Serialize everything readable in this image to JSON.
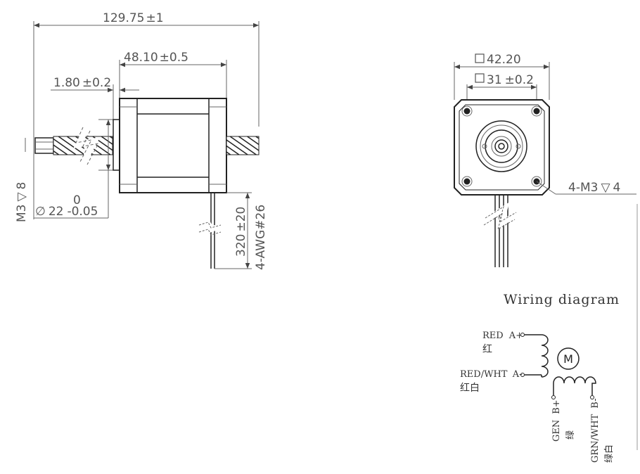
{
  "side_view": {
    "overall_length": "129.75",
    "overall_tol": "±1",
    "body_length": "48.10",
    "body_tol": "±0.5",
    "flange_thickness": "1.80",
    "flange_tol": "±0.2",
    "shaft_hole_label": "M3",
    "shaft_hole_depth": "8",
    "boss_upper_tol": "0",
    "boss_dia_symbol": "∅",
    "boss_dia_value": "22",
    "boss_lower_tol": "-0.05",
    "lead_length": "320",
    "lead_tol": "±20",
    "lead_spec": "4-AWG#26"
  },
  "front_view": {
    "square_size": "42.20",
    "hole_pitch": "31",
    "hole_pitch_tol": "±0.2",
    "mount_holes_label": "4-M3",
    "mount_holes_depth": "4"
  },
  "wiring": {
    "title": "Wiring diagram",
    "motor_symbol": "M",
    "wires": [
      {
        "label": "RED",
        "terminal": "A+",
        "cn": "红"
      },
      {
        "label": "RED/WHT",
        "terminal": "A-",
        "cn": "红白"
      },
      {
        "label": "GEN",
        "terminal": "B+",
        "cn": "绿"
      },
      {
        "label": "GRN/WHT",
        "terminal": "B-",
        "cn": "绿白"
      }
    ]
  }
}
